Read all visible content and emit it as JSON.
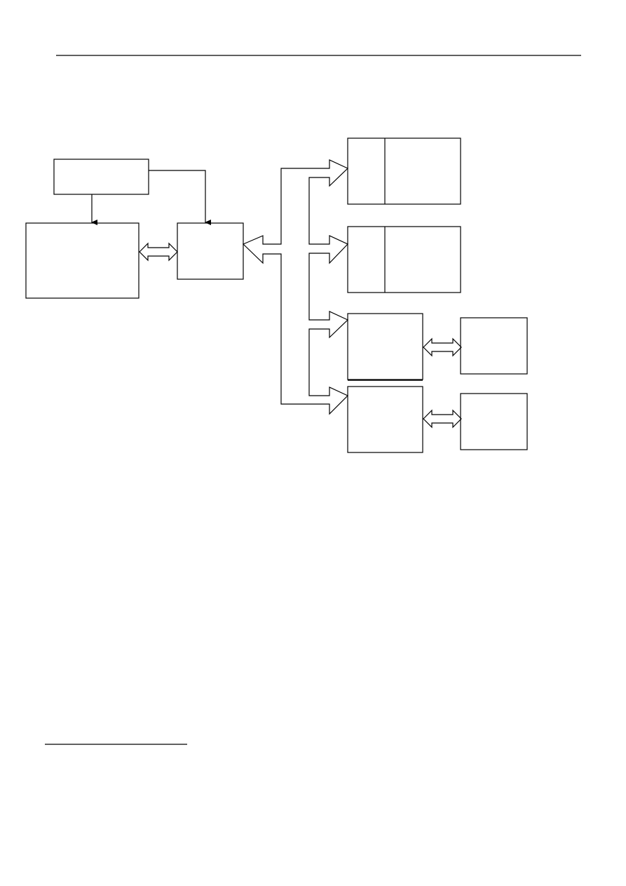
{
  "page": {
    "background": "#ffffff",
    "line_color": "#000000"
  },
  "diagram": {
    "blocks": [
      {
        "id": "top-left"
      },
      {
        "id": "left-large"
      },
      {
        "id": "center-hub"
      },
      {
        "id": "right-split-1"
      },
      {
        "id": "right-split-2"
      },
      {
        "id": "right-mid-1"
      },
      {
        "id": "right-mid-2"
      },
      {
        "id": "far-right-1"
      },
      {
        "id": "far-right-2"
      }
    ],
    "connections": [
      {
        "from": "top-left",
        "to": "left-large",
        "kind": "arrow"
      },
      {
        "from": "top-left",
        "to": "center-hub",
        "kind": "arrow"
      },
      {
        "from": "left-large",
        "to": "center-hub",
        "kind": "bidirectional-bus"
      },
      {
        "from": "center-hub",
        "to": "right-split-1",
        "kind": "bus"
      },
      {
        "from": "center-hub",
        "to": "right-split-2",
        "kind": "bus"
      },
      {
        "from": "center-hub",
        "to": "right-mid-1",
        "kind": "bus"
      },
      {
        "from": "center-hub",
        "to": "right-mid-2",
        "kind": "bus"
      },
      {
        "from": "right-mid-1",
        "to": "far-right-1",
        "kind": "bidirectional-bus"
      },
      {
        "from": "right-mid-2",
        "to": "far-right-2",
        "kind": "bidirectional-bus"
      }
    ]
  }
}
